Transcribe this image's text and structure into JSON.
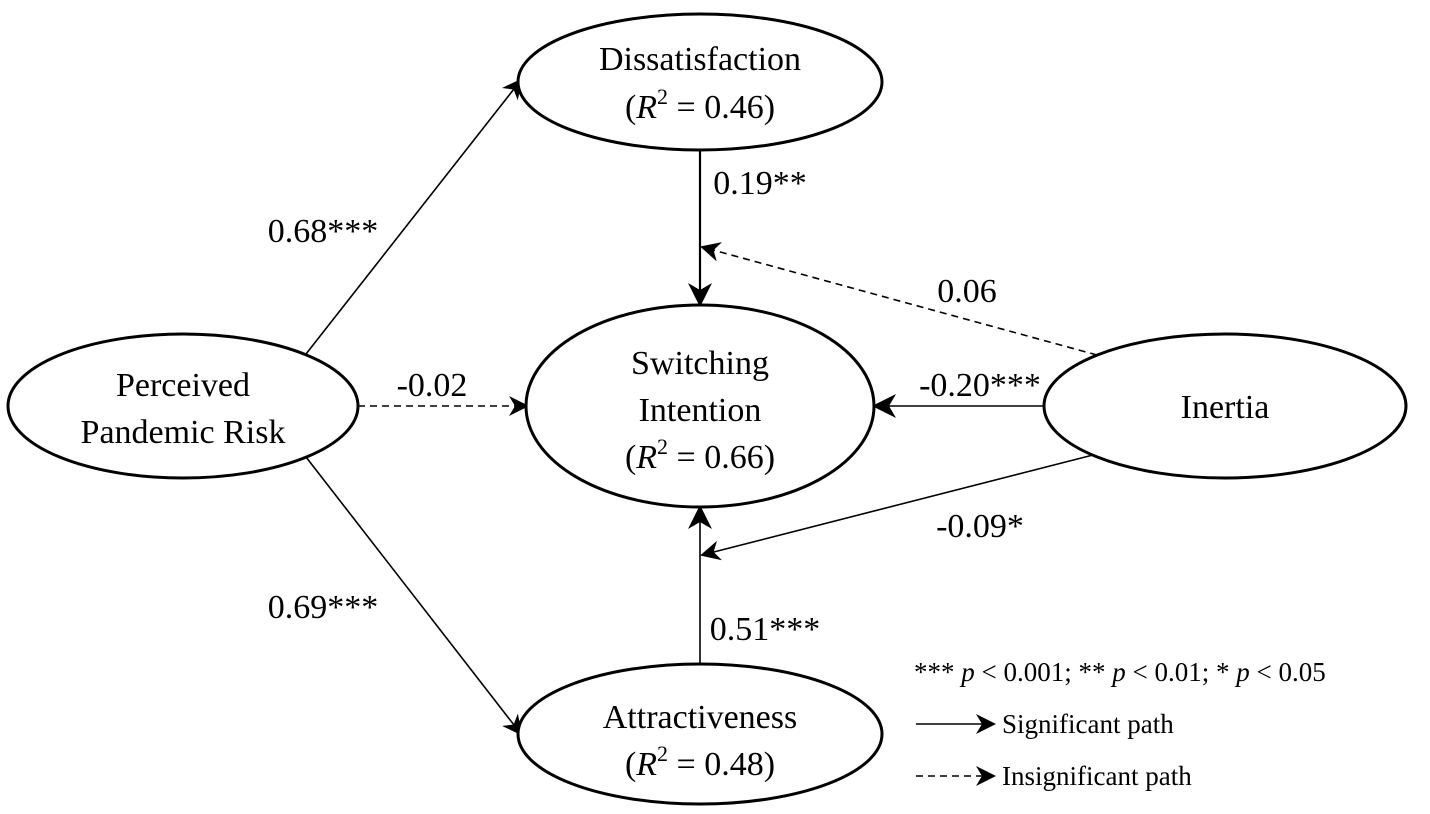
{
  "nodes": {
    "dissatisfaction": {
      "label": "Dissatisfaction",
      "r2_prefix": "(",
      "r2_var": "R",
      "r2_sup": "2",
      "r2_rest": " = 0.46)"
    },
    "switching": {
      "line1": "Switching",
      "line2": "Intention",
      "r2_prefix": "(",
      "r2_var": "R",
      "r2_sup": "2",
      "r2_rest": " = 0.66)"
    },
    "attractiveness": {
      "label": "Attractiveness",
      "r2_prefix": "(",
      "r2_var": "R",
      "r2_sup": "2",
      "r2_rest": " = 0.48)"
    },
    "risk": {
      "line1": "Perceived",
      "line2": "Pandemic Risk"
    },
    "inertia": {
      "label": "Inertia"
    }
  },
  "paths": {
    "risk_to_dissatisfaction": {
      "coef": "0.68***",
      "significant": true
    },
    "risk_to_switching": {
      "coef": "-0.02",
      "significant": false
    },
    "risk_to_attractiveness": {
      "coef": "0.69***",
      "significant": true
    },
    "dissatisfaction_to_switching": {
      "coef": "0.19**",
      "significant": true
    },
    "attractiveness_to_switching": {
      "coef": "0.51***",
      "significant": true
    },
    "inertia_to_switching": {
      "coef": "-0.20***",
      "significant": true
    },
    "inertia_moderates_dissatisfaction": {
      "coef": "0.06",
      "significant": false
    },
    "inertia_moderates_attractiveness": {
      "coef": "-0.09*",
      "significant": true
    }
  },
  "legend": {
    "p1_stars": "*** ",
    "p1_var": "p",
    "p1_rest": " < 0.001; ",
    "p2_stars": "** ",
    "p2_var": "p",
    "p2_rest": " < 0.01; ",
    "p3_stars": "* ",
    "p3_var": "p",
    "p3_rest": " < 0.05",
    "significant_label": "Significant path",
    "insignificant_label": "Insignificant path"
  },
  "colors": {
    "stroke": "#000000",
    "background": "#ffffff"
  }
}
